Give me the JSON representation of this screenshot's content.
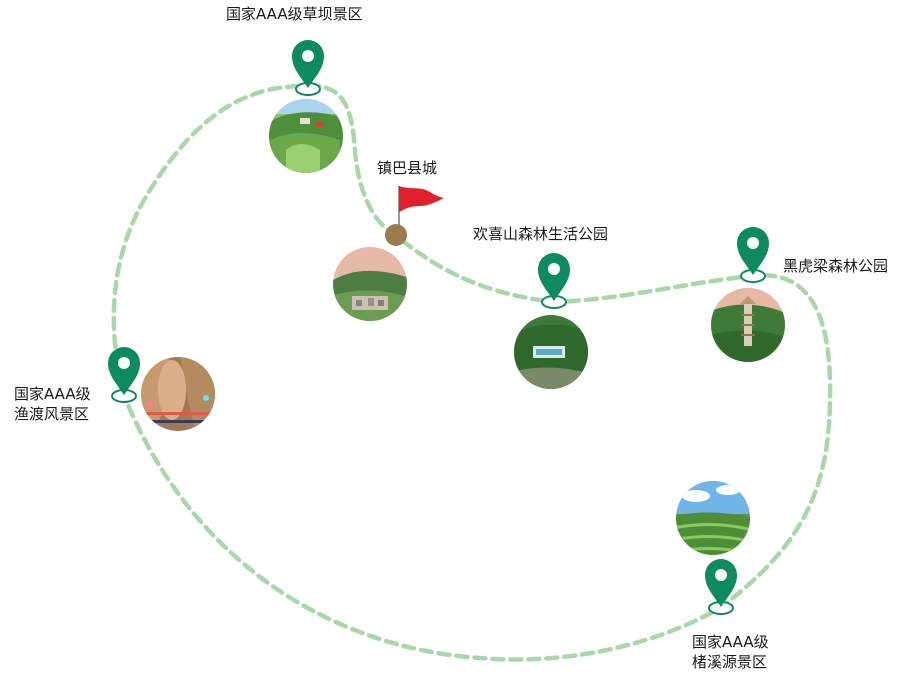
{
  "map": {
    "route_color": "#a8d8a8",
    "pin_color": "#0e8a5f",
    "city_marker_color": "#9c7b52",
    "flag_color": "#e0202a"
  },
  "locations": {
    "caoba": {
      "name": "国家AAA级草坝景区",
      "icon": "map-pin-icon"
    },
    "county": {
      "name": "镇巴县城",
      "icon": "red-flag-icon"
    },
    "huanxi": {
      "name": "欢喜山森林生活公园",
      "icon": "map-pin-icon"
    },
    "heihu": {
      "name": "黑虎梁森林公园",
      "icon": "map-pin-icon"
    },
    "yudu": {
      "line1": "国家AAA级",
      "line2": "渔渡风景区",
      "icon": "map-pin-icon"
    },
    "zhuxi": {
      "line1": "国家AAA级",
      "line2": "楮溪源景区",
      "icon": "map-pin-icon"
    }
  }
}
